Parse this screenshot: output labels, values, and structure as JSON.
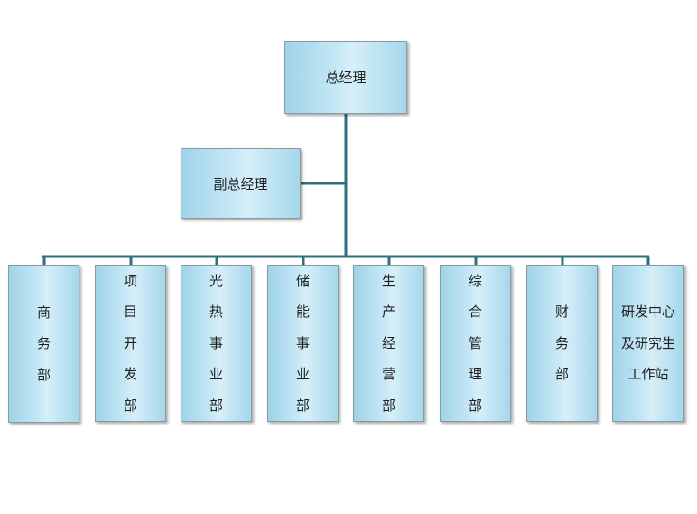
{
  "top": {
    "label": "总经理"
  },
  "deputy": {
    "label": "副总经理"
  },
  "departments": [
    {
      "chars": [
        "商",
        "务",
        "部"
      ]
    },
    {
      "chars": [
        "项",
        "目",
        "开",
        "发",
        "部"
      ]
    },
    {
      "chars": [
        "光",
        "热",
        "事",
        "业",
        "部"
      ]
    },
    {
      "chars": [
        "储",
        "能",
        "事",
        "业",
        "部"
      ]
    },
    {
      "chars": [
        "生",
        "产",
        "经",
        "营",
        "部"
      ]
    },
    {
      "chars": [
        "综",
        "合",
        "管",
        "理",
        "部"
      ]
    },
    {
      "chars": [
        "财",
        "务",
        "部"
      ]
    },
    {
      "lines": [
        "研发中心",
        "及研究生",
        "工作站"
      ]
    }
  ],
  "colors": {
    "line": "#2f6f7e",
    "box_light": "#d6eff9",
    "box_dark": "#9fd3e8"
  }
}
